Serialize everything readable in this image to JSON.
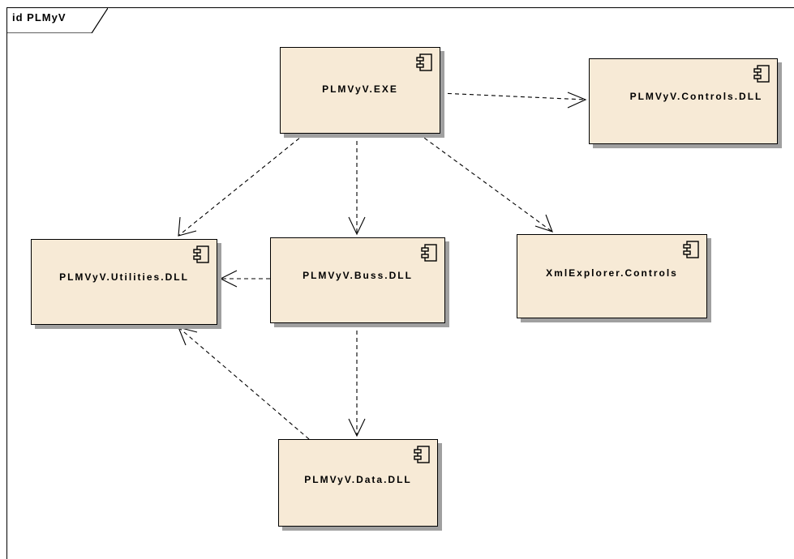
{
  "frame": {
    "title": "id PLMyV"
  },
  "components": {
    "exe": {
      "label": "PLMVyV.EXE"
    },
    "controls_dll": {
      "label": "PLMVyV.Controls.DLL"
    },
    "utilities_dll": {
      "label": "PLMVyV.Utilities.DLL"
    },
    "buss_dll": {
      "label": "PLMVyV.Buss.DLL"
    },
    "xml_explorer": {
      "label": "XmlExplorer.Controls"
    },
    "data_dll": {
      "label": "PLMVyV.Data.DLL"
    }
  },
  "dependencies": [
    {
      "from": "PLMVyV.EXE",
      "to": "PLMVyV.Controls.DLL"
    },
    {
      "from": "PLMVyV.EXE",
      "to": "PLMVyV.Utilities.DLL"
    },
    {
      "from": "PLMVyV.EXE",
      "to": "PLMVyV.Buss.DLL"
    },
    {
      "from": "PLMVyV.EXE",
      "to": "XmlExplorer.Controls"
    },
    {
      "from": "PLMVyV.Buss.DLL",
      "to": "PLMVyV.Utilities.DLL"
    },
    {
      "from": "PLMVyV.Buss.DLL",
      "to": "PLMVyV.Data.DLL"
    },
    {
      "from": "PLMVyV.Data.DLL",
      "to": "PLMVyV.Utilities.DLL"
    }
  ],
  "colors": {
    "component_fill": "#f7ead6",
    "component_shadow": "#a0a0a0",
    "line": "#000000"
  },
  "icons": {
    "component": "uml-component-icon"
  }
}
